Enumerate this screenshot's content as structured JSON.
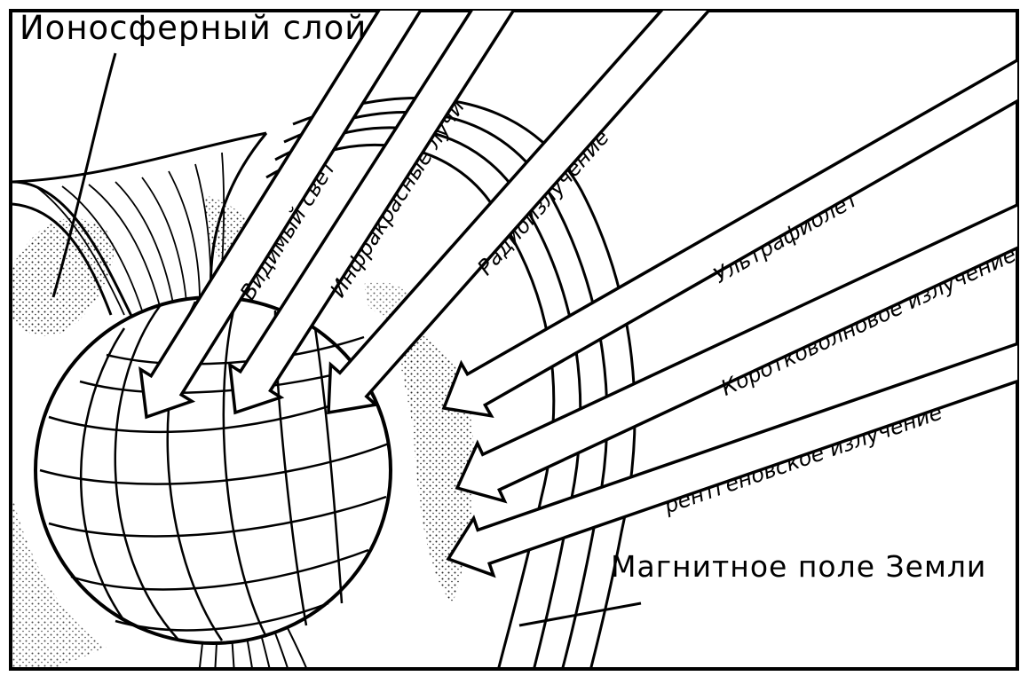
{
  "diagram": {
    "labels": {
      "ionosphere": "Ионосферный слой",
      "magnetic_field": "Магнитное поле Земли"
    },
    "rays": [
      {
        "id": "visible",
        "label": "Видимый свет"
      },
      {
        "id": "infrared",
        "label": "Инфракрасные лучи"
      },
      {
        "id": "radio",
        "label": "Радиоизлучение"
      },
      {
        "id": "ultraviolet",
        "label": "Ультрафиолет"
      },
      {
        "id": "shortwave",
        "label": "Коротковолновое излучение"
      },
      {
        "id": "xray",
        "label": "рентгеновское излучение"
      }
    ],
    "colors": {
      "ink": "#000000",
      "paper": "#ffffff"
    }
  }
}
